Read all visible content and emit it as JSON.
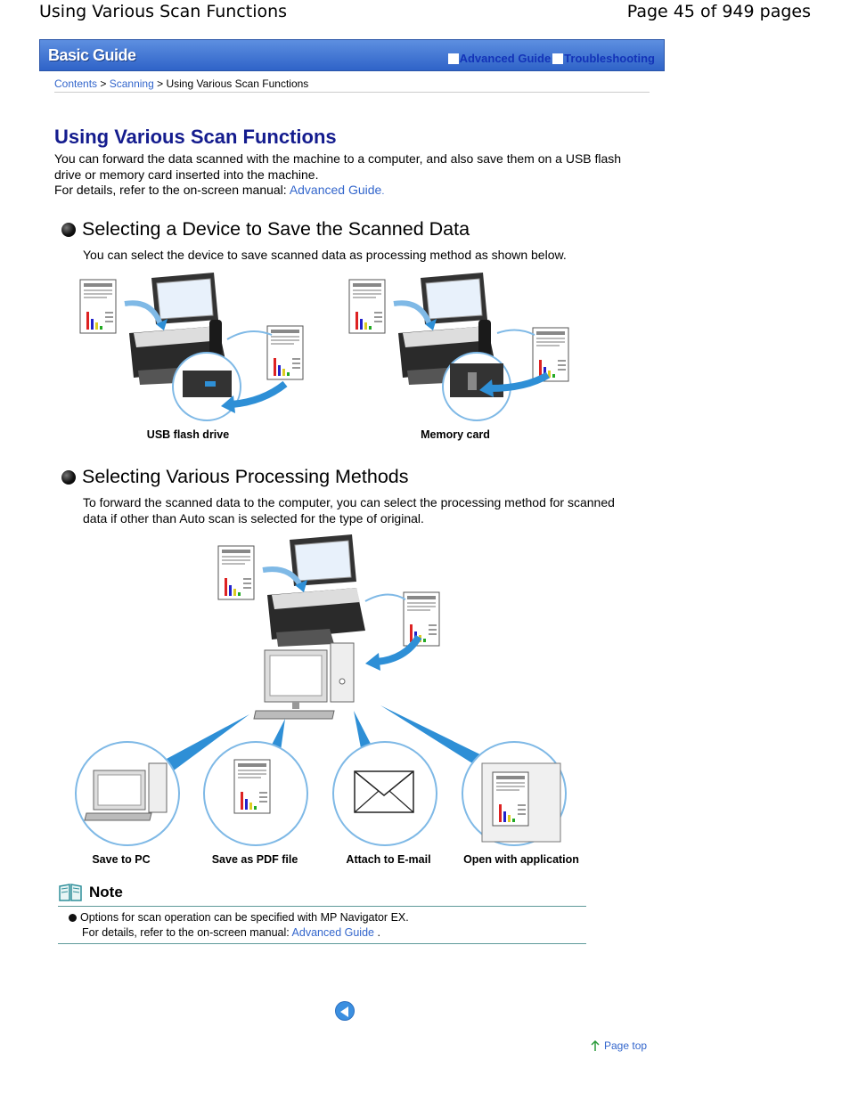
{
  "page": {
    "title": "Using Various Scan Functions",
    "counter": "Page 45 of 949 pages"
  },
  "banner": {
    "logo": "Basic Guide",
    "advanced_link": "Advanced Guide",
    "troubleshooting_link": "Troubleshooting"
  },
  "breadcrumb": {
    "contents": "Contents",
    "sep1": " > ",
    "scanning": "Scanning",
    "sep2": " > ",
    "current": "Using Various Scan Functions"
  },
  "main": {
    "title": "Using Various Scan Functions",
    "intro_line1": "You can forward the data scanned with the machine to a computer, and also save them on a USB flash",
    "intro_line2": "drive or memory card inserted into the machine.",
    "intro_line3": "For details, refer to the on-screen manual: ",
    "intro_link": "Advanced Guide",
    "intro_end": "."
  },
  "section1": {
    "heading": "Selecting a Device to Save the Scanned Data",
    "text": "You can select the device to save scanned data as processing method as shown below.",
    "captions": [
      "USB flash drive",
      "Memory card"
    ]
  },
  "section2": {
    "heading": "Selecting Various Processing Methods",
    "text_line1": "To forward the scanned data to the computer, you can select the processing method for scanned",
    "text_line2": "data if other than Auto scan is selected for the type of original.",
    "captions": [
      "Save to PC",
      "Save as PDF file",
      "Attach to E-mail",
      "Open with application"
    ]
  },
  "note": {
    "heading": "Note",
    "line1": "Options for scan operation can be specified with MP Navigator EX.",
    "line2": "For details, refer to the on-screen manual: ",
    "link": "Advanced Guide",
    "end": " ."
  },
  "footer": {
    "page_top": "Page top"
  },
  "colors": {
    "title_blue": "#141c8e",
    "link_blue": "#3366cc",
    "banner_blue": "#2f63c8",
    "arrow_blue": "#2e8fd6"
  }
}
